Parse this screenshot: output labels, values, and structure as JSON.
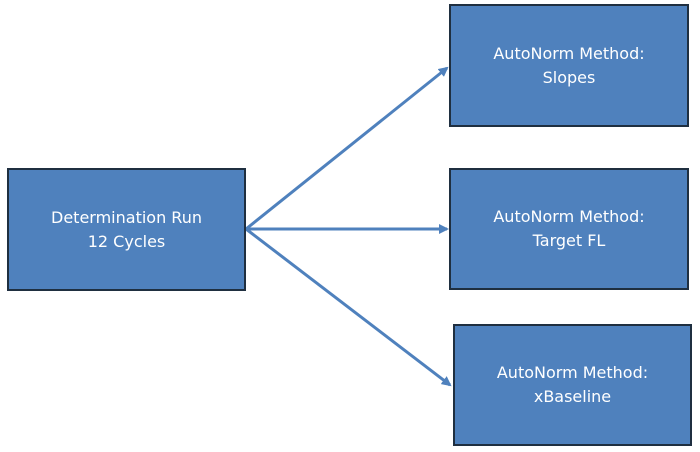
{
  "nodes": {
    "source": {
      "line1": "Determination Run",
      "line2": "12 Cycles"
    },
    "slopes": {
      "line1": "AutoNorm Method:",
      "line2": "Slopes"
    },
    "target": {
      "line1": "AutoNorm Method:",
      "line2": "Target FL"
    },
    "xbaseline": {
      "line1": "AutoNorm Method:",
      "line2": "xBaseline"
    }
  },
  "colors": {
    "box_fill": "#4f81bd",
    "box_border": "#1f2f40",
    "arrow": "#4f81bd",
    "text": "#ffffff"
  }
}
